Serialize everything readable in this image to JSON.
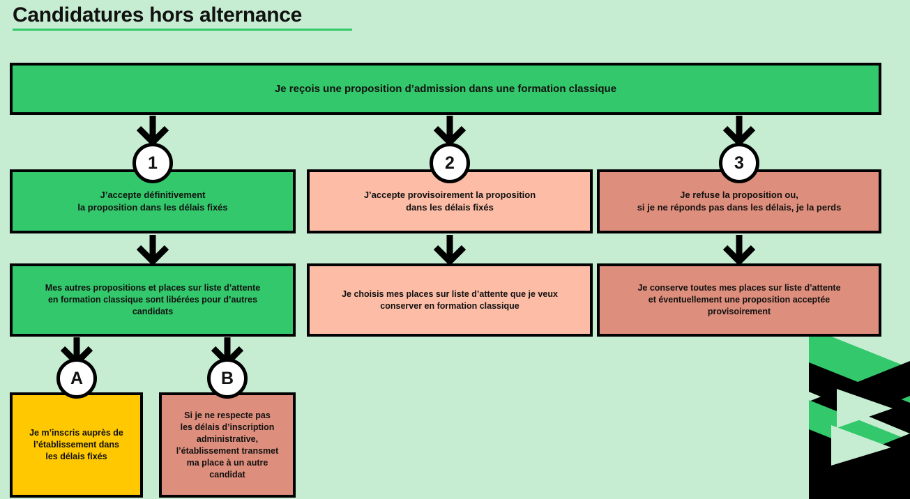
{
  "page": {
    "title": "Candidatures hors alternance",
    "background_color": "#c6edd1",
    "accent_color": "#33c86b"
  },
  "colors": {
    "green": "#33c86b",
    "peach": "#fcbca5",
    "salmon": "#de8e7c",
    "yellow": "#ffc800",
    "border": "#000000",
    "badge_fill": "#ffffff"
  },
  "flowchart": {
    "banner": {
      "text": "Je reçois une proposition d’admission dans une formation classique",
      "color": "#33c86b"
    },
    "branches": [
      {
        "badge": "1",
        "color": "#33c86b",
        "decision": "J’accepte définitivement\nla proposition dans les délais fixés",
        "consequence": "Mes autres propositions et places sur liste d’attente\nen formation classique sont libérées pour d’autres\ncandidats"
      },
      {
        "badge": "2",
        "color": "#fcbca5",
        "decision": "J’accepte provisoirement la proposition\ndans les délais fixés",
        "consequence": "Je choisis mes places sur liste d’attente que je veux\nconserver en formation classique"
      },
      {
        "badge": "3",
        "color": "#de8e7c",
        "decision": "Je refuse la proposition ou,\nsi je ne réponds pas dans les délais, je la perds",
        "consequence": "Je conserve toutes mes places sur liste d’attente\net éventuellement une proposition acceptée\nprovisoirement"
      }
    ],
    "sub_outcomes": [
      {
        "badge": "A",
        "color": "#ffc800",
        "text": "Je m’inscris auprès de\nl’établissement dans\nles délais fixés"
      },
      {
        "badge": "B",
        "color": "#de8e7c",
        "text": "Si je ne respecte pas\nles délais d’inscription\nadministrative,\nl’établissement transmet\nma place à un autre\ncandidat"
      }
    ]
  },
  "decoration": {
    "name": "zigzag-ribbon",
    "colors": [
      "#000000",
      "#33c86b",
      "#c6edd1"
    ]
  }
}
